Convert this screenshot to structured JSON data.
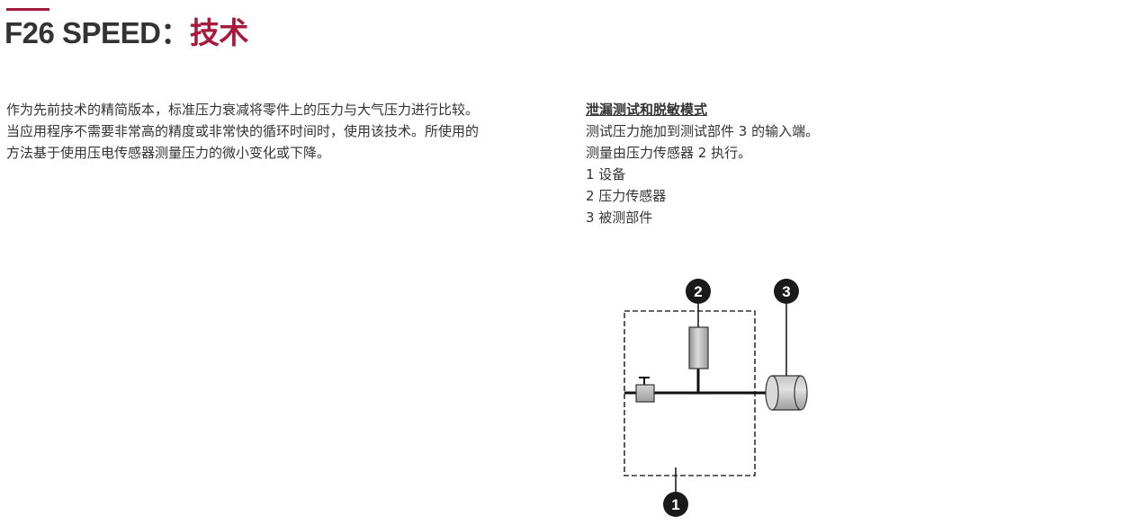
{
  "header": {
    "title_prefix": "F26 SPEED：",
    "title_accent": "技术",
    "accent_color": "#a8193f"
  },
  "intro": {
    "lines": [
      "作为先前技术的精简版本，标准压力衰减将零件上的压力与大气压力进行比较。",
      "当应用程序不需要非常高的精度或非常快的循环时间时，使用该技术。所使用的",
      "方法基于使用压电传感器测量压力的微小变化或下降。"
    ]
  },
  "leak_test": {
    "heading": "泄漏测试和脱敏模式",
    "lines": [
      "测试压力施加到测试部件 3 的输入端。",
      "测量由压力传感器 2 执行。",
      "1 设备",
      "2 压力传感器",
      "3 被测部件"
    ]
  },
  "diagram": {
    "callout_1": "1",
    "callout_2": "2",
    "callout_3": "3"
  }
}
